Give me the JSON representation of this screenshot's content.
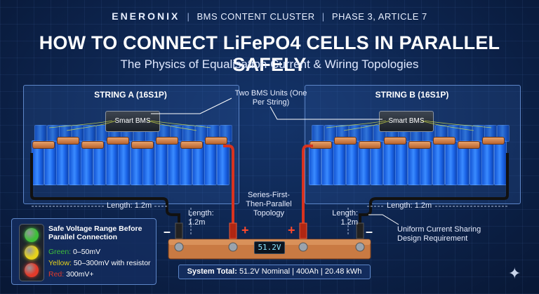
{
  "header": {
    "brand": "ENERONIX",
    "cluster": "BMS CONTENT CLUSTER",
    "phase": "PHASE 3, ARTICLE 7",
    "separator": "|"
  },
  "title": "HOW TO CONNECT LiFePO4 CELLS IN PARALLEL SAFELY",
  "subtitle": "The Physics of Equalisation Current & Wiring Topologies",
  "strings": [
    {
      "title": "STRING A (16S1P)",
      "bms_label": "Smart BMS"
    },
    {
      "title": "STRING B (16S1P)",
      "bms_label": "Smart BMS"
    }
  ],
  "callouts": {
    "bms_units": "Two BMS Units (One Per String)",
    "topology": "Series-First-Then-Parallel Topology",
    "uniform": "Uniform Current Sharing Design Requirement"
  },
  "lengths": {
    "left_horizontal": "Length: 1.2m",
    "left_vertical": "Length: 1.2m",
    "right_horizontal": "Length: 1.2m",
    "right_vertical": "Length: 1.2m"
  },
  "terminals": {
    "plus": "+",
    "minus": "–"
  },
  "display": {
    "voltage": "51.2V"
  },
  "legend": {
    "title": "Safe Voltage Range Before Parallel Connection",
    "items": [
      {
        "label": "Green:",
        "value": "0–50mV",
        "color": "#3fbf3a"
      },
      {
        "label": "Yellow:",
        "value": "50–300mV with resistor",
        "color": "#e6d21c"
      },
      {
        "label": "Red:",
        "value": "300mV+",
        "color": "#e23a2a"
      }
    ]
  },
  "system_total": {
    "label": "System Total:",
    "value": "51.2V Nominal | 400Ah | 20.48 kWh"
  },
  "colors": {
    "background": "#0c2248",
    "panel_border": "#5d86c8",
    "cell_blue": "#2f7cf6",
    "busbar_copper": "#c97a43",
    "positive_cable": "#d8331f",
    "negative_cable": "#1a1a1a"
  },
  "icons": {
    "corner": "sparkle-icon"
  }
}
